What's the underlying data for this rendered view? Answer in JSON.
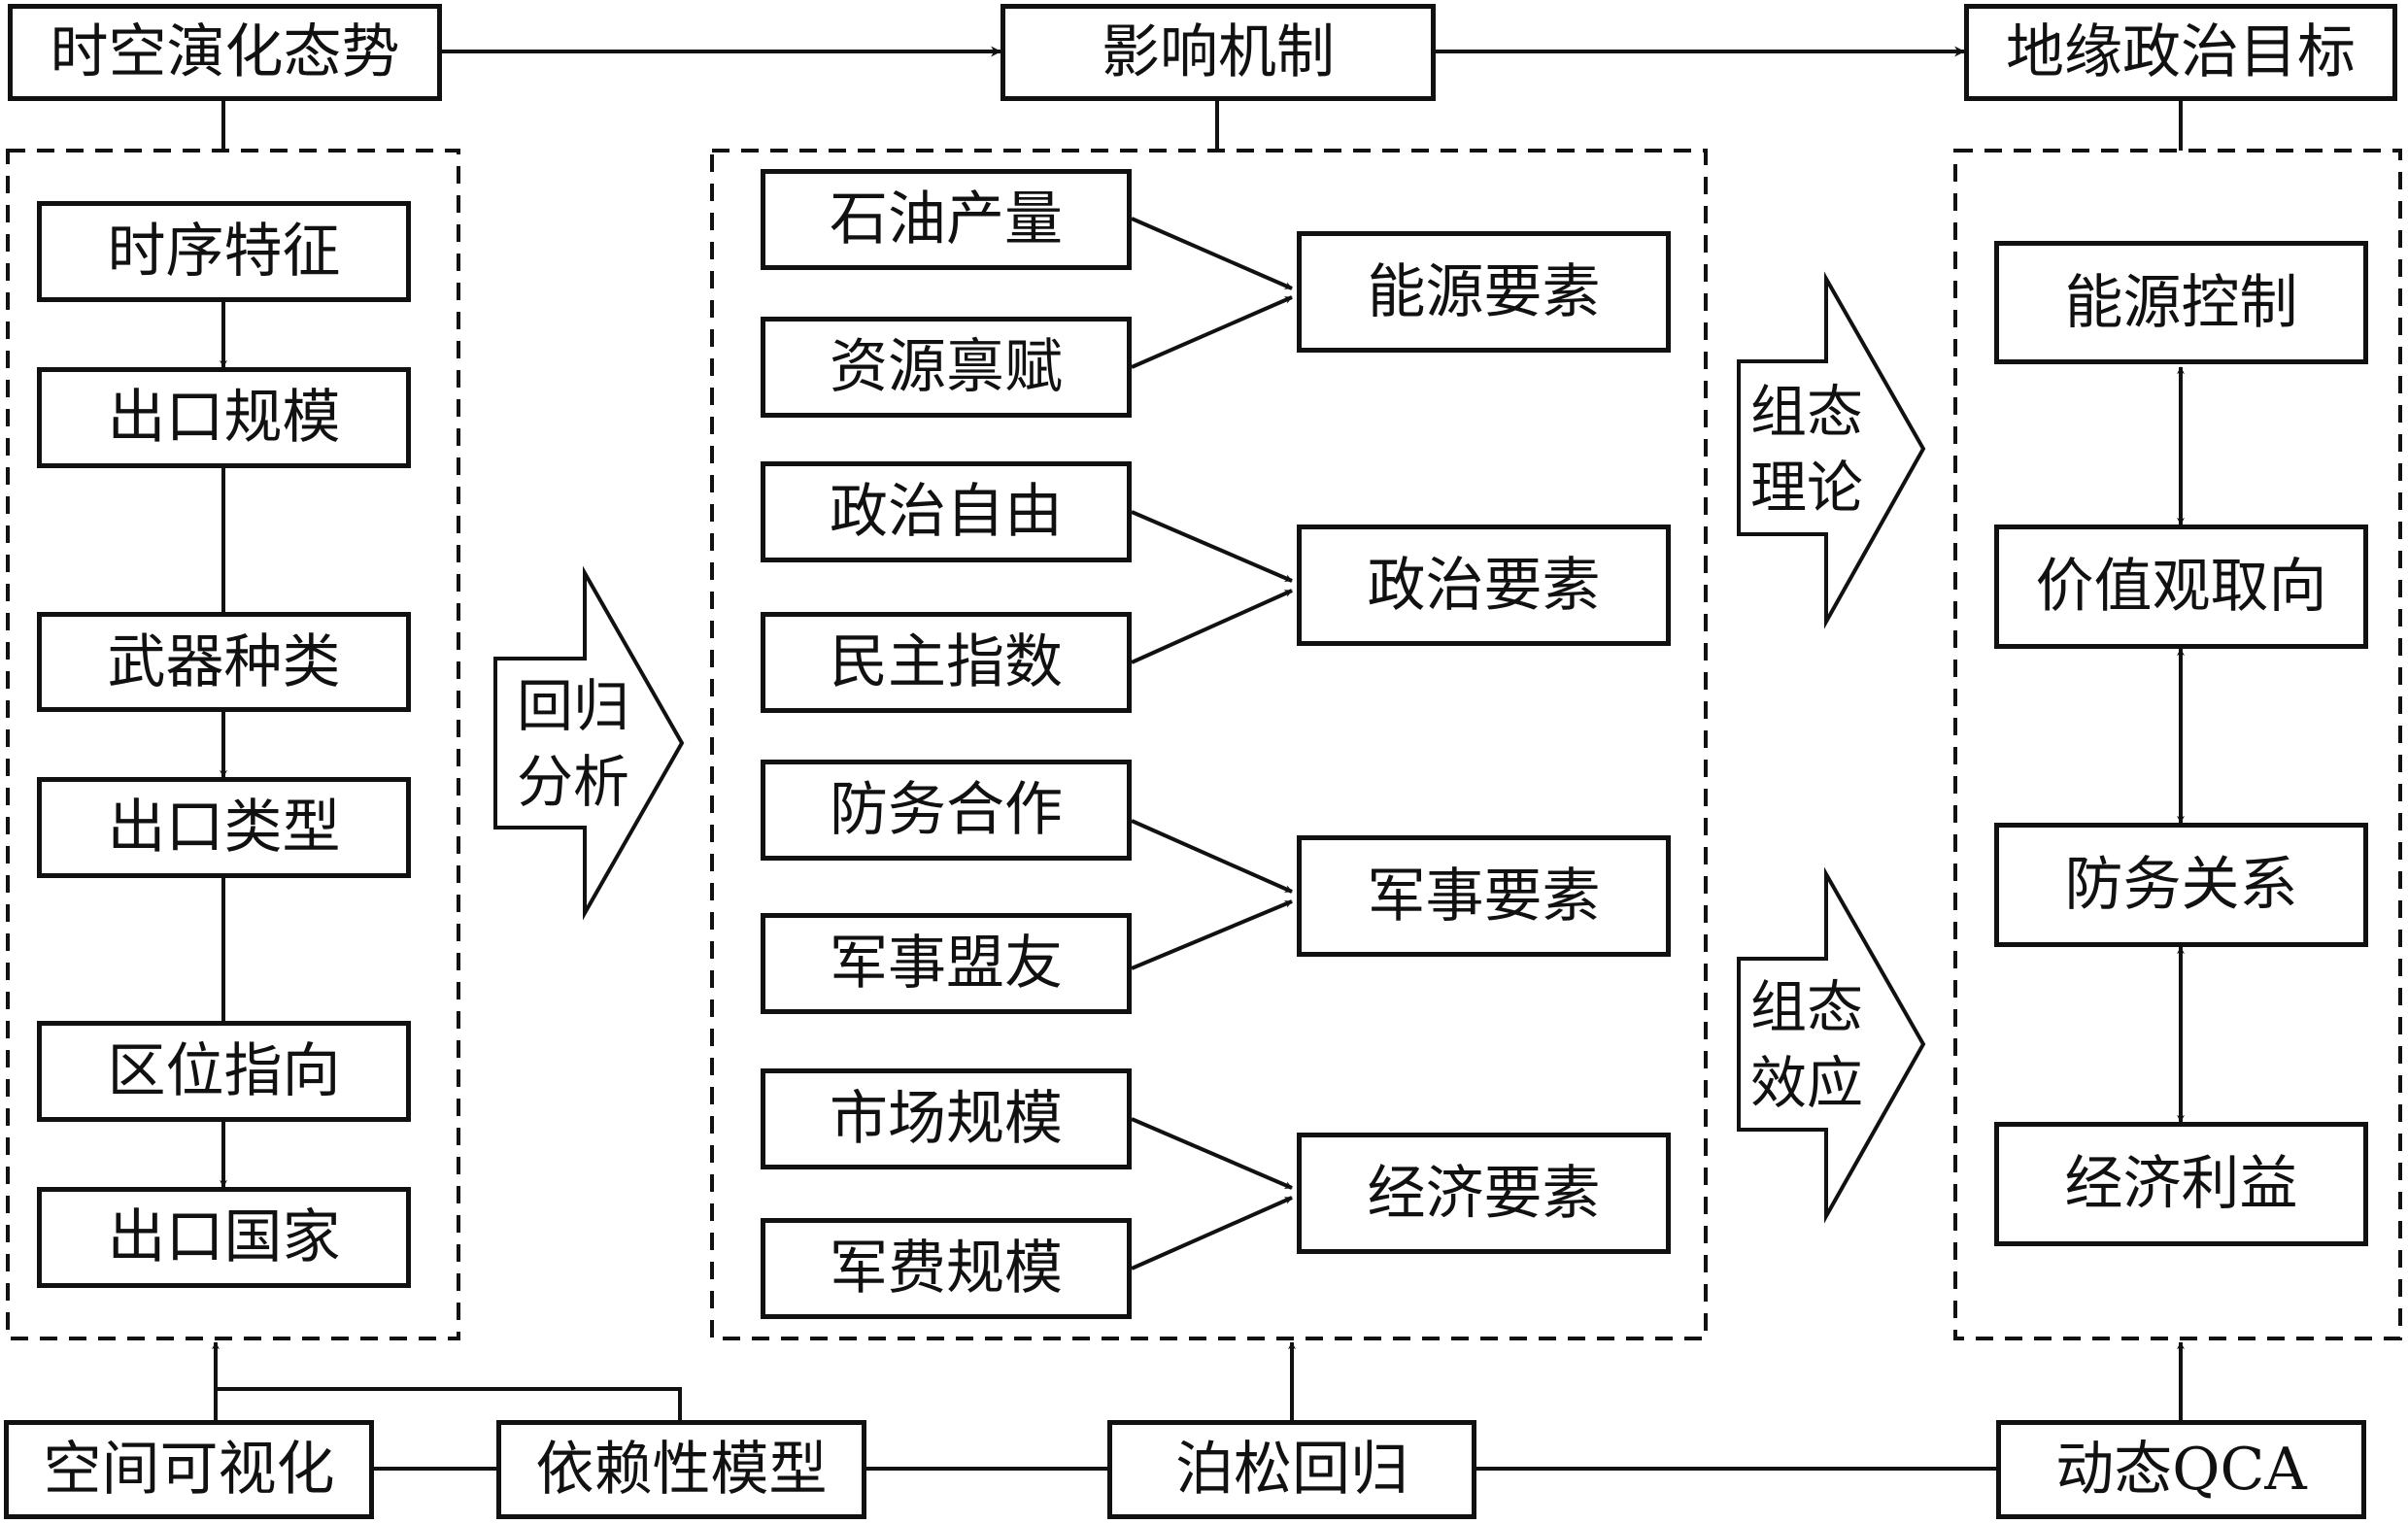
{
  "top": {
    "spatiotemporal": "时空演化态势",
    "mechanism": "影响机制",
    "geopolitical": "地缘政治目标"
  },
  "left_column": [
    "时序特征",
    "出口规模",
    "武器种类",
    "出口类型",
    "区位指向",
    "出口国家"
  ],
  "middle": {
    "factors": [
      "石油产量",
      "资源禀赋",
      "政治自由",
      "民主指数",
      "防务合作",
      "军事盟友",
      "市场规模",
      "军费规模"
    ],
    "elements": [
      "能源要素",
      "政治要素",
      "军事要素",
      "经济要素"
    ]
  },
  "right_column": [
    "能源控制",
    "价值观取向",
    "防务关系",
    "经济利益"
  ],
  "big_arrows": {
    "regression": [
      "回归",
      "分析"
    ],
    "config_theory": [
      "组态",
      "理论"
    ],
    "config_effect": [
      "组态",
      "效应"
    ]
  },
  "methods": {
    "spatial_vis": "空间可视化",
    "dependency": "依赖性模型",
    "poisson": "泊松回归",
    "qca": "动态QCA"
  }
}
